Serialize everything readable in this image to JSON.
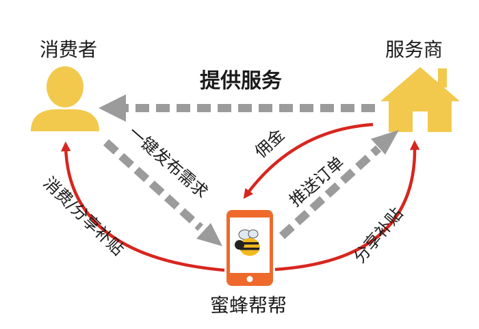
{
  "nodes": {
    "consumer": "消费者",
    "provider": "服务商",
    "app": "蜜蜂帮帮"
  },
  "edges": {
    "provide_service": "提供服务",
    "publish_demand": "一键发布需求",
    "commission": "佣金",
    "push_order": "推送订单",
    "consume_share_subsidy": "消费/分享补贴",
    "share_subsidy": "分享补贴"
  },
  "colors": {
    "icon_yellow": "#f2c94c",
    "arrow_red": "#d7261e",
    "arrow_gray": "#9b9b9b",
    "phone_orange": "#ee6a2c"
  },
  "icons": [
    "person-icon",
    "house-icon",
    "phone-icon",
    "bee-icon"
  ]
}
